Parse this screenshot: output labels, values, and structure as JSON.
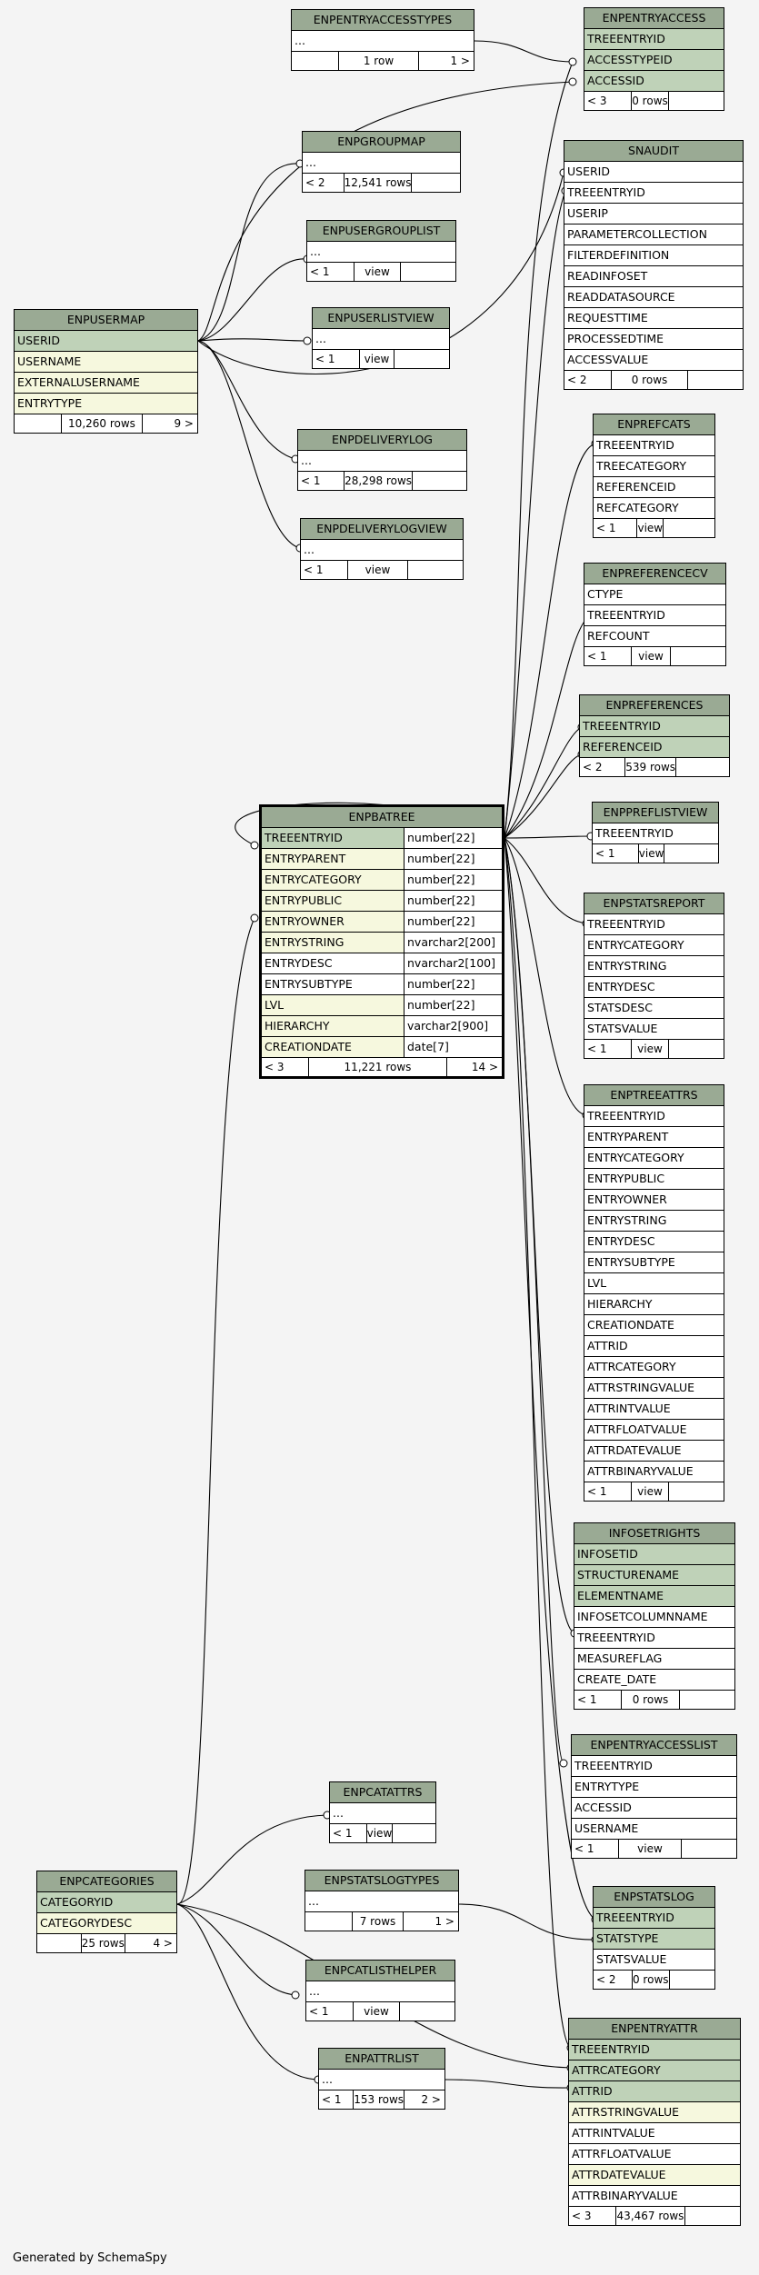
{
  "footer": "Generated by SchemaSpy",
  "colors": {
    "header": "#9aaa94",
    "primary_key": "#bfd2b8",
    "foreign_key": "#f6f8de",
    "background": "#f4f4f4"
  },
  "tables": [
    {
      "name": "ENPENTRYACCESSTYPES",
      "columns": [
        {
          "n": "..."
        }
      ],
      "footer": [
        "",
        "1 row",
        "1 >"
      ]
    },
    {
      "name": "ENPENTRYACCESS",
      "columns": [
        {
          "n": "TREEENTRYID",
          "k": "pk"
        },
        {
          "n": "ACCESSTYPEID",
          "k": "pk"
        },
        {
          "n": "ACCESSID",
          "k": "pk"
        }
      ],
      "footer": [
        "< 3",
        "0 rows",
        ""
      ]
    },
    {
      "name": "ENPGROUPMAP",
      "columns": [
        {
          "n": "..."
        }
      ],
      "footer": [
        "< 2",
        "12,541 rows",
        ""
      ]
    },
    {
      "name": "SNAUDIT",
      "columns": [
        {
          "n": "USERID"
        },
        {
          "n": "TREEENTRYID"
        },
        {
          "n": "USERIP"
        },
        {
          "n": "PARAMETERCOLLECTION"
        },
        {
          "n": "FILTERDEFINITION"
        },
        {
          "n": "READINFOSET"
        },
        {
          "n": "READDATASOURCE"
        },
        {
          "n": "REQUESTTIME"
        },
        {
          "n": "PROCESSEDTIME"
        },
        {
          "n": "ACCESSVALUE"
        }
      ],
      "footer": [
        "< 2",
        "0 rows",
        ""
      ]
    },
    {
      "name": "ENPUSERGROUPLIST",
      "columns": [
        {
          "n": "..."
        }
      ],
      "footer": [
        "< 1",
        "view",
        ""
      ]
    },
    {
      "name": "ENPUSERMAP",
      "columns": [
        {
          "n": "USERID",
          "k": "pk"
        },
        {
          "n": "USERNAME",
          "k": "fk"
        },
        {
          "n": "EXTERNALUSERNAME",
          "k": "fk"
        },
        {
          "n": "ENTRYTYPE",
          "k": "fk"
        }
      ],
      "footer": [
        "",
        "10,260 rows",
        "9 >"
      ]
    },
    {
      "name": "ENPUSERLISTVIEW",
      "columns": [
        {
          "n": "..."
        }
      ],
      "footer": [
        "< 1",
        "view",
        ""
      ]
    },
    {
      "name": "ENPREFCATS",
      "columns": [
        {
          "n": "TREEENTRYID"
        },
        {
          "n": "TREECATEGORY"
        },
        {
          "n": "REFERENCEID"
        },
        {
          "n": "REFCATEGORY"
        }
      ],
      "footer": [
        "< 1",
        "view",
        ""
      ]
    },
    {
      "name": "ENPDELIVERYLOG",
      "columns": [
        {
          "n": "..."
        }
      ],
      "footer": [
        "< 1",
        "28,298 rows",
        ""
      ]
    },
    {
      "name": "ENPDELIVERYLOGVIEW",
      "columns": [
        {
          "n": "..."
        }
      ],
      "footer": [
        "< 1",
        "view",
        ""
      ]
    },
    {
      "name": "ENPREFERENCECV",
      "columns": [
        {
          "n": "CTYPE"
        },
        {
          "n": "TREEENTRYID"
        },
        {
          "n": "REFCOUNT"
        }
      ],
      "footer": [
        "< 1",
        "view",
        ""
      ]
    },
    {
      "name": "ENPREFERENCES",
      "columns": [
        {
          "n": "TREEENTRYID",
          "k": "pk"
        },
        {
          "n": "REFERENCEID",
          "k": "pk"
        }
      ],
      "footer": [
        "< 2",
        "539 rows",
        ""
      ]
    },
    {
      "name": "ENPBATREE",
      "columns": [
        {
          "n": "TREEENTRYID",
          "t": "number[22]",
          "k": "pk"
        },
        {
          "n": "ENTRYPARENT",
          "t": "number[22]",
          "k": "fk"
        },
        {
          "n": "ENTRYCATEGORY",
          "t": "number[22]",
          "k": "fk"
        },
        {
          "n": "ENTRYPUBLIC",
          "t": "number[22]",
          "k": "fk"
        },
        {
          "n": "ENTRYOWNER",
          "t": "number[22]",
          "k": "fk"
        },
        {
          "n": "ENTRYSTRING",
          "t": "nvarchar2[200]",
          "k": "fk"
        },
        {
          "n": "ENTRYDESC",
          "t": "nvarchar2[100]"
        },
        {
          "n": "ENTRYSUBTYPE",
          "t": "number[22]"
        },
        {
          "n": "LVL",
          "t": "number[22]",
          "k": "fk"
        },
        {
          "n": "HIERARCHY",
          "t": "varchar2[900]",
          "k": "fk"
        },
        {
          "n": "CREATIONDATE",
          "t": "date[7]",
          "k": "fk"
        }
      ],
      "footer": [
        "< 3",
        "11,221 rows",
        "14 >"
      ]
    },
    {
      "name": "ENPPREFLISTVIEW",
      "columns": [
        {
          "n": "TREEENTRYID"
        }
      ],
      "footer": [
        "< 1",
        "view",
        ""
      ]
    },
    {
      "name": "ENPSTATSREPORT",
      "columns": [
        {
          "n": "TREEENTRYID"
        },
        {
          "n": "ENTRYCATEGORY"
        },
        {
          "n": "ENTRYSTRING"
        },
        {
          "n": "ENTRYDESC"
        },
        {
          "n": "STATSDESC"
        },
        {
          "n": "STATSVALUE"
        }
      ],
      "footer": [
        "< 1",
        "view",
        ""
      ]
    },
    {
      "name": "ENPTREEATTRS",
      "columns": [
        {
          "n": "TREEENTRYID"
        },
        {
          "n": "ENTRYPARENT"
        },
        {
          "n": "ENTRYCATEGORY"
        },
        {
          "n": "ENTRYPUBLIC"
        },
        {
          "n": "ENTRYOWNER"
        },
        {
          "n": "ENTRYSTRING"
        },
        {
          "n": "ENTRYDESC"
        },
        {
          "n": "ENTRYSUBTYPE"
        },
        {
          "n": "LVL"
        },
        {
          "n": "HIERARCHY"
        },
        {
          "n": "CREATIONDATE"
        },
        {
          "n": "ATTRID"
        },
        {
          "n": "ATTRCATEGORY"
        },
        {
          "n": "ATTRSTRINGVALUE"
        },
        {
          "n": "ATTRINTVALUE"
        },
        {
          "n": "ATTRFLOATVALUE"
        },
        {
          "n": "ATTRDATEVALUE"
        },
        {
          "n": "ATTRBINARYVALUE"
        }
      ],
      "footer": [
        "< 1",
        "view",
        ""
      ]
    },
    {
      "name": "INFOSETRIGHTS",
      "columns": [
        {
          "n": "INFOSETID",
          "k": "pk"
        },
        {
          "n": "STRUCTURENAME",
          "k": "pk"
        },
        {
          "n": "ELEMENTNAME",
          "k": "pk"
        },
        {
          "n": "INFOSETCOLUMNNAME"
        },
        {
          "n": "TREEENTRYID"
        },
        {
          "n": "MEASUREFLAG"
        },
        {
          "n": "CREATE_DATE"
        }
      ],
      "footer": [
        "< 1",
        "0 rows",
        ""
      ]
    },
    {
      "name": "ENPENTRYACCESSLIST",
      "columns": [
        {
          "n": "TREEENTRYID"
        },
        {
          "n": "ENTRYTYPE"
        },
        {
          "n": "ACCESSID"
        },
        {
          "n": "USERNAME"
        }
      ],
      "footer": [
        "< 1",
        "view",
        ""
      ]
    },
    {
      "name": "ENPCATATTRS",
      "columns": [
        {
          "n": "..."
        }
      ],
      "footer": [
        "< 1",
        "view",
        ""
      ]
    },
    {
      "name": "ENPCATEGORIES",
      "columns": [
        {
          "n": "CATEGORYID",
          "k": "pk"
        },
        {
          "n": "CATEGORYDESC",
          "k": "fk"
        }
      ],
      "footer": [
        "",
        "25 rows",
        "4 >"
      ]
    },
    {
      "name": "ENPSTATSLOGTYPES",
      "columns": [
        {
          "n": "..."
        }
      ],
      "footer": [
        "",
        "7 rows",
        "1 >"
      ]
    },
    {
      "name": "ENPSTATSLOG",
      "columns": [
        {
          "n": "TREEENTRYID",
          "k": "pk"
        },
        {
          "n": "STATSTYPE",
          "k": "pk"
        },
        {
          "n": "STATSVALUE"
        }
      ],
      "footer": [
        "< 2",
        "0 rows",
        ""
      ]
    },
    {
      "name": "ENPCATLISTHELPER",
      "columns": [
        {
          "n": "..."
        }
      ],
      "footer": [
        "< 1",
        "view",
        ""
      ]
    },
    {
      "name": "ENPATTRLIST",
      "columns": [
        {
          "n": "..."
        }
      ],
      "footer": [
        "< 1",
        "153 rows",
        "2 >"
      ]
    },
    {
      "name": "ENPENTRYATTR",
      "columns": [
        {
          "n": "TREEENTRYID",
          "k": "pk"
        },
        {
          "n": "ATTRCATEGORY",
          "k": "pk"
        },
        {
          "n": "ATTRID",
          "k": "pk"
        },
        {
          "n": "ATTRSTRINGVALUE",
          "k": "fk"
        },
        {
          "n": "ATTRINTVALUE"
        },
        {
          "n": "ATTRFLOATVALUE"
        },
        {
          "n": "ATTRDATEVALUE",
          "k": "fk"
        },
        {
          "n": "ATTRBINARYVALUE"
        }
      ],
      "footer": [
        "< 3",
        "43,467 rows",
        ""
      ]
    }
  ]
}
